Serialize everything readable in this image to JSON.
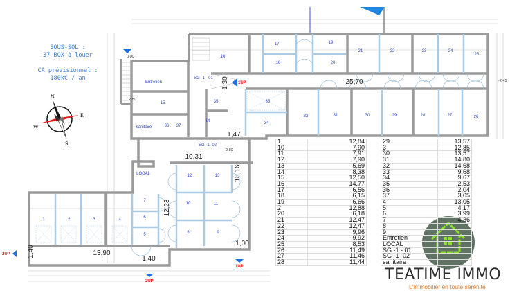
{
  "notes": {
    "line1": "SOUS-SOL :",
    "line2": "37 BOX à louer",
    "line3": "CA prévisionnel :",
    "line4": "180k€ / an"
  },
  "compass": {
    "n": "N",
    "e": "E",
    "s": "S",
    "w": "W"
  },
  "rooms": {
    "r1": "1",
    "r2": "2",
    "r3": "3",
    "r4": "4",
    "r5": "5",
    "r6": "6",
    "r7": "7",
    "r8": "8",
    "r9": "9",
    "r10": "10",
    "r11": "11",
    "r12": "12",
    "r13": "13",
    "r14": "14",
    "r15": "15",
    "r16": "16",
    "r17": "17",
    "r18": "18",
    "r19": "19",
    "r20": "20",
    "r21": "21",
    "r22": "22",
    "r23": "23",
    "r24": "24",
    "r25": "25",
    "r26": "26",
    "r27": "27",
    "r28": "28",
    "r29": "29",
    "r30": "30",
    "r31": "31",
    "r32": "32",
    "r33": "33",
    "r34": "34",
    "r35": "35",
    "r36": "36",
    "r37": "37",
    "entretien": "Entretien",
    "local": "LOCAL",
    "sg101": "SG -1 - 01",
    "sg102": "SG -1 -02",
    "sanitaire": "sanitaire"
  },
  "dimensions": {
    "corridor": "25,70",
    "sg102_width": "10,31",
    "height_right": "18,16",
    "height_mid": "12,23",
    "bottom_corridor": "13,90",
    "door_bottom": "1,40",
    "door_left": "1,40",
    "door_right": "1,00",
    "step": "1,47",
    "door_sg": "1,30"
  },
  "levels": {
    "top_left": "0,00",
    "stair": "2,80",
    "right": "-2,45",
    "sg102": "2,80"
  },
  "markers": {
    "up1_top": "1UP",
    "up1_bottom": "1UP",
    "up2_bottom": "2UP",
    "up2_left": "2UP"
  },
  "area_table": {
    "left": [
      [
        "1",
        "12,84"
      ],
      [
        "10",
        "7,90"
      ],
      [
        "11",
        "7,91"
      ],
      [
        "12",
        "7,90"
      ],
      [
        "13",
        "5,69"
      ],
      [
        "14",
        "8,38"
      ],
      [
        "15",
        "12,50"
      ],
      [
        "16",
        "14,77"
      ],
      [
        "17",
        "6,56"
      ],
      [
        "18",
        "6,15"
      ],
      [
        "19",
        "6,66"
      ],
      [
        "2",
        "12,88"
      ],
      [
        "20",
        "6,18"
      ],
      [
        "21",
        "12,47"
      ],
      [
        "22",
        "12,47"
      ],
      [
        "23",
        "9,96"
      ],
      [
        "24",
        "9,92"
      ],
      [
        "25",
        "8,53"
      ],
      [
        "26",
        "11,49"
      ],
      [
        "27",
        "11,46"
      ],
      [
        "28",
        "11,44"
      ]
    ],
    "right": [
      [
        "29",
        "13,57"
      ],
      [
        "3",
        "12,85"
      ],
      [
        "30",
        "13,57"
      ],
      [
        "31",
        "14,80"
      ],
      [
        "32",
        "14,68"
      ],
      [
        "33",
        "9,68"
      ],
      [
        "34",
        "9,67"
      ],
      [
        "35",
        "2,53"
      ],
      [
        "36",
        "2,04"
      ],
      [
        "37",
        "3,05"
      ],
      [
        "4",
        "13,05"
      ],
      [
        "5",
        "4,17"
      ],
      [
        "6",
        "3,99"
      ],
      [
        "7",
        "4,36"
      ],
      [
        "8",
        ""
      ],
      [
        "9",
        ""
      ],
      [
        "Entretien",
        ""
      ],
      [
        "LOCAL",
        ""
      ],
      [
        "SG -1 - 01",
        ""
      ],
      [
        "SG -1 -02",
        ""
      ],
      [
        "sanitaire",
        ""
      ]
    ]
  },
  "logo": {
    "name": "TEATIME IMMO",
    "tagline": "L'immobilier en toute sérénité",
    "circle_color": "#5f7263",
    "house_color": "#8ee02a"
  },
  "colors": {
    "walls": "#9a9a9a",
    "partitions": "#a9cbe6",
    "room_labels": "#2b46c8",
    "up_markers": "#e11111",
    "notes": "#3d7fdc"
  }
}
